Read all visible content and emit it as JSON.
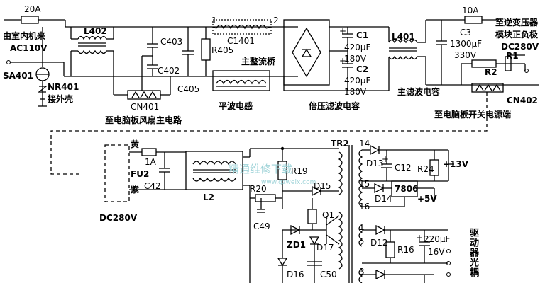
{
  "colors": {
    "line": "#000000",
    "background": "#ffffff",
    "watermark": "#9fd3d8"
  },
  "fuses": {
    "main_rating": "20A",
    "out_rating": "10A",
    "board_fuse": "FU2",
    "board_fuse_rating": "1A"
  },
  "input": {
    "label": "由室内机来",
    "voltage": "AC110V",
    "surge": "SA401",
    "ntc": "NR401",
    "ground": "接外壳"
  },
  "emi_filter": {
    "choke": "L402",
    "caps": [
      "C403",
      "C402",
      "C405"
    ],
    "connector": "CN401",
    "connector_label": "至电脑板风扇主电路"
  },
  "main_path": {
    "resistor": "R405",
    "inductor": "C1401",
    "pin1": "1",
    "pin2": "2",
    "bridge_label": "主整流桥",
    "smooth_label": "平波电感",
    "c1": "C1",
    "c1_value": "420μF",
    "c1_voltage": "180V",
    "c2": "C2",
    "c2_value": "420μF",
    "c2_voltage": "180V",
    "doubler_label": "倍压滤波电容",
    "plus_sign": "+"
  },
  "output_stage": {
    "choke": "L401",
    "filter_label": "主滤波电容",
    "c3": "C3",
    "c3_value": "1300μF",
    "c3_voltage": "330V",
    "r1": "R1",
    "r2": "R2",
    "connector": "CN402",
    "connector_label": "至电脑板开关电源端",
    "dest_line1": "至逆变压器",
    "dest_line2": "模块正负极",
    "dest_voltage": "DC280V"
  },
  "smps": {
    "wire_yellow": "黄",
    "wire_purple": "紫",
    "cap": "C42",
    "choke": "L2",
    "input_voltage": "DC280V",
    "transformer": "TR2",
    "r19": "R19",
    "r20": "R20",
    "c49": "C49",
    "d15": "D15",
    "q1": "Q1",
    "zd1": "ZD1",
    "d17": "D17",
    "d16": "D16",
    "c50": "C50",
    "pins": [
      "14",
      "15",
      "16",
      "1",
      "2",
      "3"
    ],
    "d13": "D13",
    "c12": "C12",
    "r24": "R24",
    "v13": "+13V",
    "d14": "D14",
    "reg": "7806",
    "v5": "+5V",
    "d12": "D12",
    "r16": "R16",
    "cap_value": "220μF",
    "cap_voltage": "16V",
    "driver_label": "驱动器光耦"
  },
  "watermark": {
    "cn": "精通维修下载",
    "url": "www.gzweix.com"
  }
}
